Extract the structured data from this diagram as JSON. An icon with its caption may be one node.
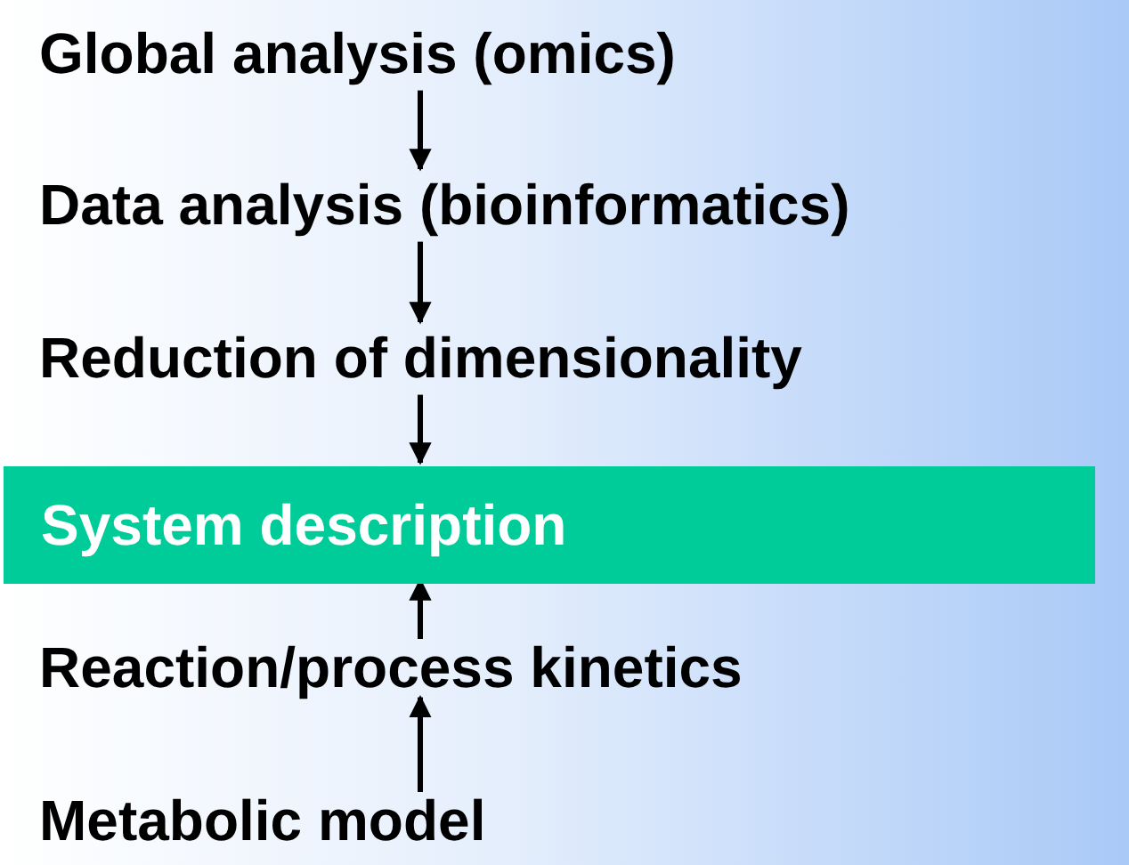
{
  "diagram": {
    "nodes": [
      {
        "text": [
          "Global analysis (omics)"
        ]
      },
      {
        "text": [
          "Data analysis (bioinformatics)"
        ]
      },
      {
        "text": [
          "Reduction of dimensionality"
        ]
      },
      {
        "text": [
          "System description"
        ]
      },
      {
        "text": [
          "Reaction/process kinetics"
        ]
      },
      {
        "text": [
          "Metabolic model"
        ]
      }
    ],
    "edges": [
      {
        "from": 0,
        "to": 1,
        "arrow": "to"
      },
      {
        "from": 1,
        "to": 2,
        "arrow": "to"
      },
      {
        "from": 2,
        "to": 3,
        "arrow": "to"
      },
      {
        "from": 4,
        "to": 3,
        "arrow": "to"
      },
      {
        "from": 5,
        "to": 4,
        "arrow": "to"
      }
    ]
  }
}
